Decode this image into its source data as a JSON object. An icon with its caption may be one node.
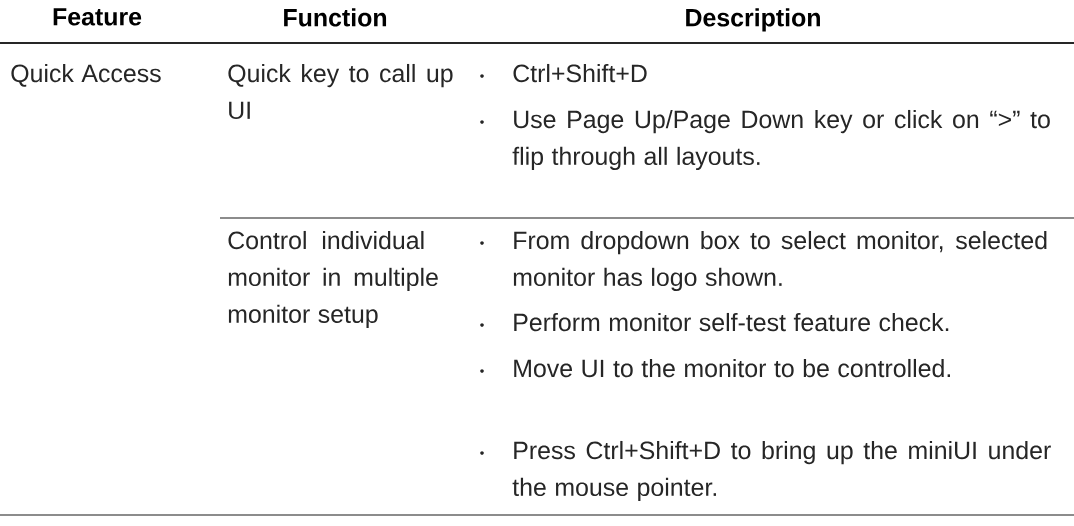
{
  "diagram": {
    "labels": [
      "Feature",
      "Function",
      "Description",
      "Quick Access",
      "Quick key to call up UI",
      "Ctrl+Shift+D",
      "Use Page Up/Page Down key or click on “>” to flip through all layouts.",
      "Control individual monitor in multiple monitor setup",
      "From dropdown box to select monitor, selected monitor has logo shown.",
      "Perform monitor self-test feature check.",
      "Move UI to the monitor to be controlled.",
      "Press Ctrl+Shift+D to bring up the miniUI under the mouse pointer."
    ]
  }
}
